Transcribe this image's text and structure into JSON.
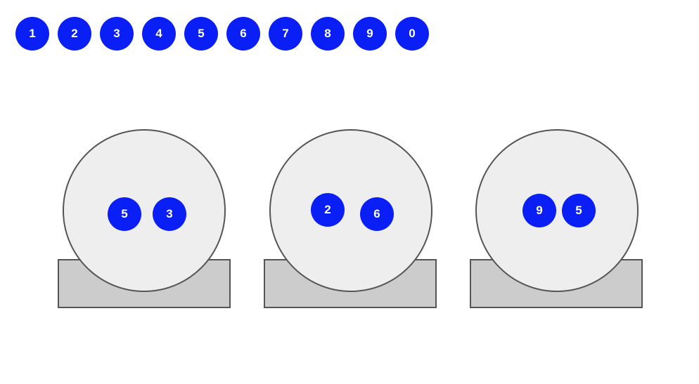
{
  "palette": {
    "balls": [
      "1",
      "2",
      "3",
      "4",
      "5",
      "6",
      "7",
      "8",
      "9",
      "0"
    ]
  },
  "globes": [
    {
      "balls": [
        "5",
        "3"
      ]
    },
    {
      "balls": [
        "2",
        "6"
      ]
    },
    {
      "balls": [
        "9",
        "5"
      ]
    }
  ],
  "colors": {
    "ball": "#0a1ff5",
    "ball_text": "#ffffff",
    "globe_fill": "#eeeeef",
    "stand_fill": "#cccccc",
    "outline": "#555555"
  }
}
